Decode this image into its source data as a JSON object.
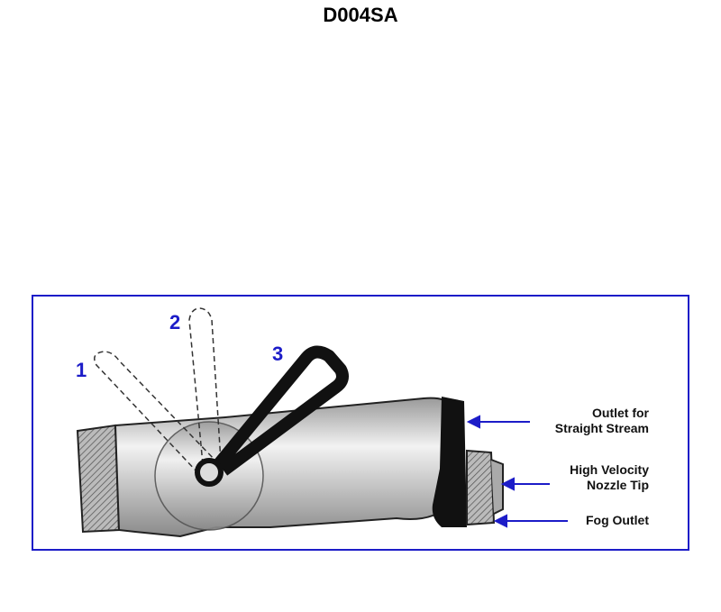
{
  "title": "D004SA",
  "positions": [
    "1",
    "2",
    "3"
  ],
  "labels": {
    "straight_stream": [
      "Outlet for",
      "Straight Stream"
    ],
    "nozzle_tip": [
      "High Velocity",
      "Nozzle Tip"
    ],
    "fog_outlet": "Fog Outlet"
  },
  "colors": {
    "frame": "#1c1cc8",
    "arrow": "#1c1cc8",
    "body": "#c8c8c8"
  }
}
